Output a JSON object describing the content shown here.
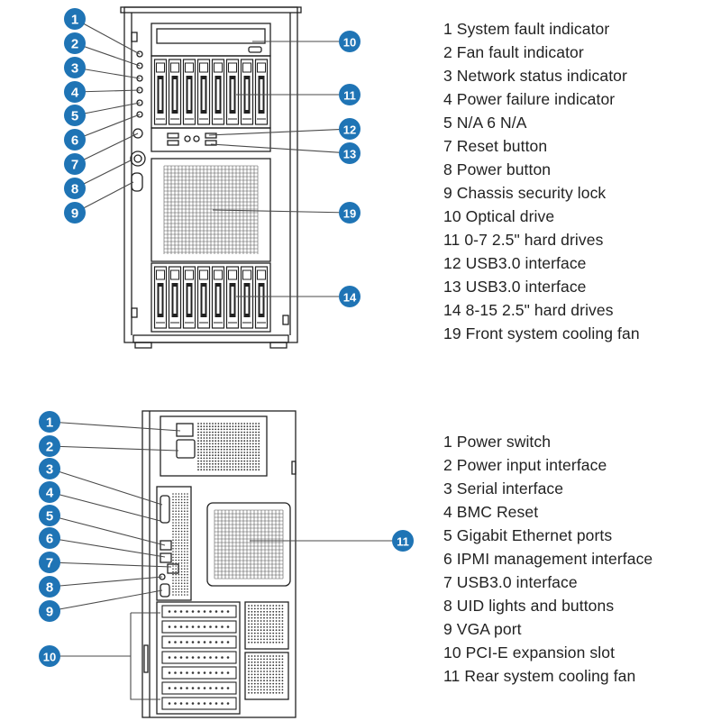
{
  "colors": {
    "callout_fill": "#1f74b5",
    "callout_text": "#ffffff",
    "line": "#222222",
    "leader": "#4a4a4a"
  },
  "front": {
    "callouts": [
      "1",
      "2",
      "3",
      "4",
      "5",
      "6",
      "7",
      "8",
      "9",
      "10",
      "11",
      "12",
      "13",
      "19",
      "14"
    ],
    "legend": [
      "1 System fault indicator",
      "2 Fan fault indicator",
      "3 Network status indicator",
      "4 Power failure indicator",
      "5 N/A 6 N/A",
      "7 Reset button",
      "8 Power button",
      "9 Chassis security lock",
      "10 Optical drive",
      "11 0-7 2.5\" hard drives",
      "12 USB3.0 interface",
      "13 USB3.0 interface",
      "14 8-15 2.5\" hard drives",
      "19 Front system cooling fan"
    ]
  },
  "rear": {
    "callouts": [
      "1",
      "2",
      "3",
      "4",
      "5",
      "6",
      "7",
      "8",
      "9",
      "10",
      "11"
    ],
    "legend": [
      "1 Power switch",
      "2 Power input interface",
      "3 Serial interface",
      "4 BMC Reset",
      "5 Gigabit Ethernet ports",
      "6 IPMI management interface",
      "7 USB3.0 interface",
      "8 UID lights and buttons",
      "9 VGA port",
      "10 PCI-E expansion slot",
      "11 Rear system cooling fan"
    ]
  }
}
